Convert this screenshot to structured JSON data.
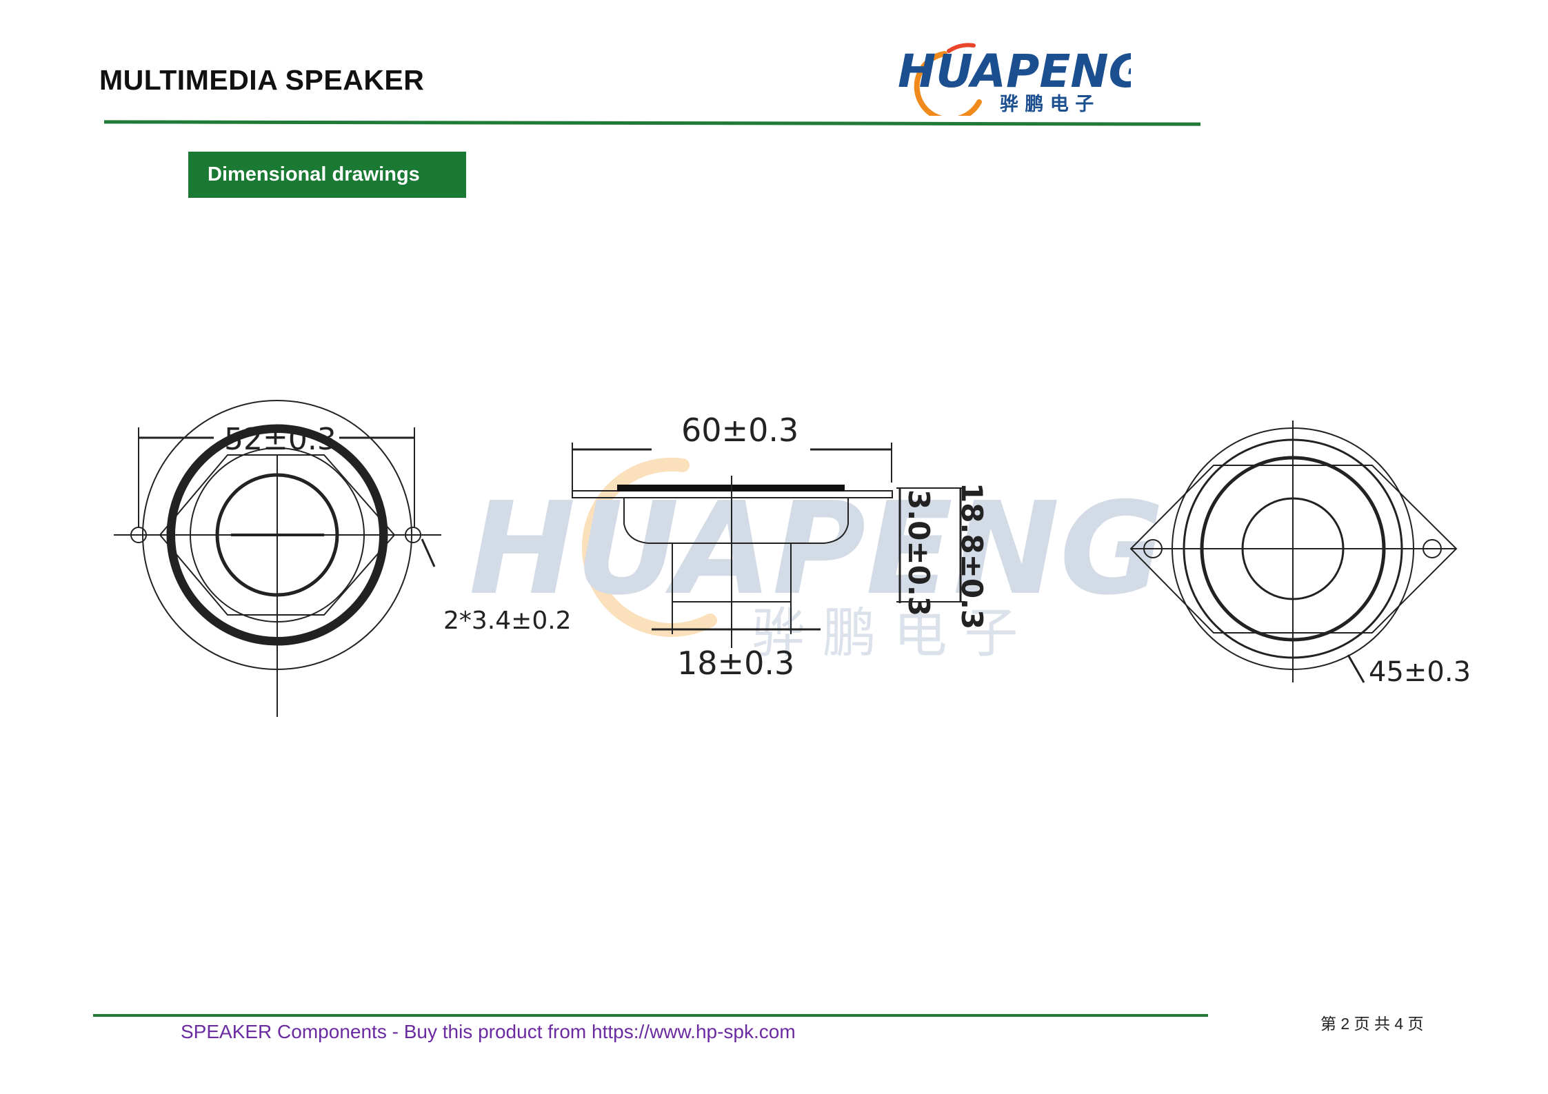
{
  "header": {
    "title": "MULTIMEDIA SPEAKER",
    "logo_text": "HUAPENG",
    "logo_chinese": "骅 鹏 电 子"
  },
  "section": {
    "tab_label": "Dimensional drawings"
  },
  "drawing": {
    "dim_front_width": "52±0.3",
    "dim_holes": "2*3.4±0.2",
    "dim_side_width": "60±0.3",
    "dim_magnet_width": "18±0.3",
    "dim_flange_height": "3.0±0.3",
    "dim_total_height": "18.8±0.3",
    "dim_back_diameter": "45±0.3",
    "watermark_text": "HUAPENG",
    "watermark_chinese": "骅 鹏 电 子"
  },
  "footer": {
    "text": "SPEAKER Components - Buy this product from https://www.hp-spk.com",
    "page_prefix": "第",
    "page_current": "2",
    "page_mid": "页 共",
    "page_total": "4",
    "page_suffix": "页"
  },
  "colors": {
    "accent_green": "#1a7a33",
    "footer_purple": "#6a2aa0",
    "logo_blue": "#1c4f8f",
    "logo_orange": "#f08a1c"
  }
}
